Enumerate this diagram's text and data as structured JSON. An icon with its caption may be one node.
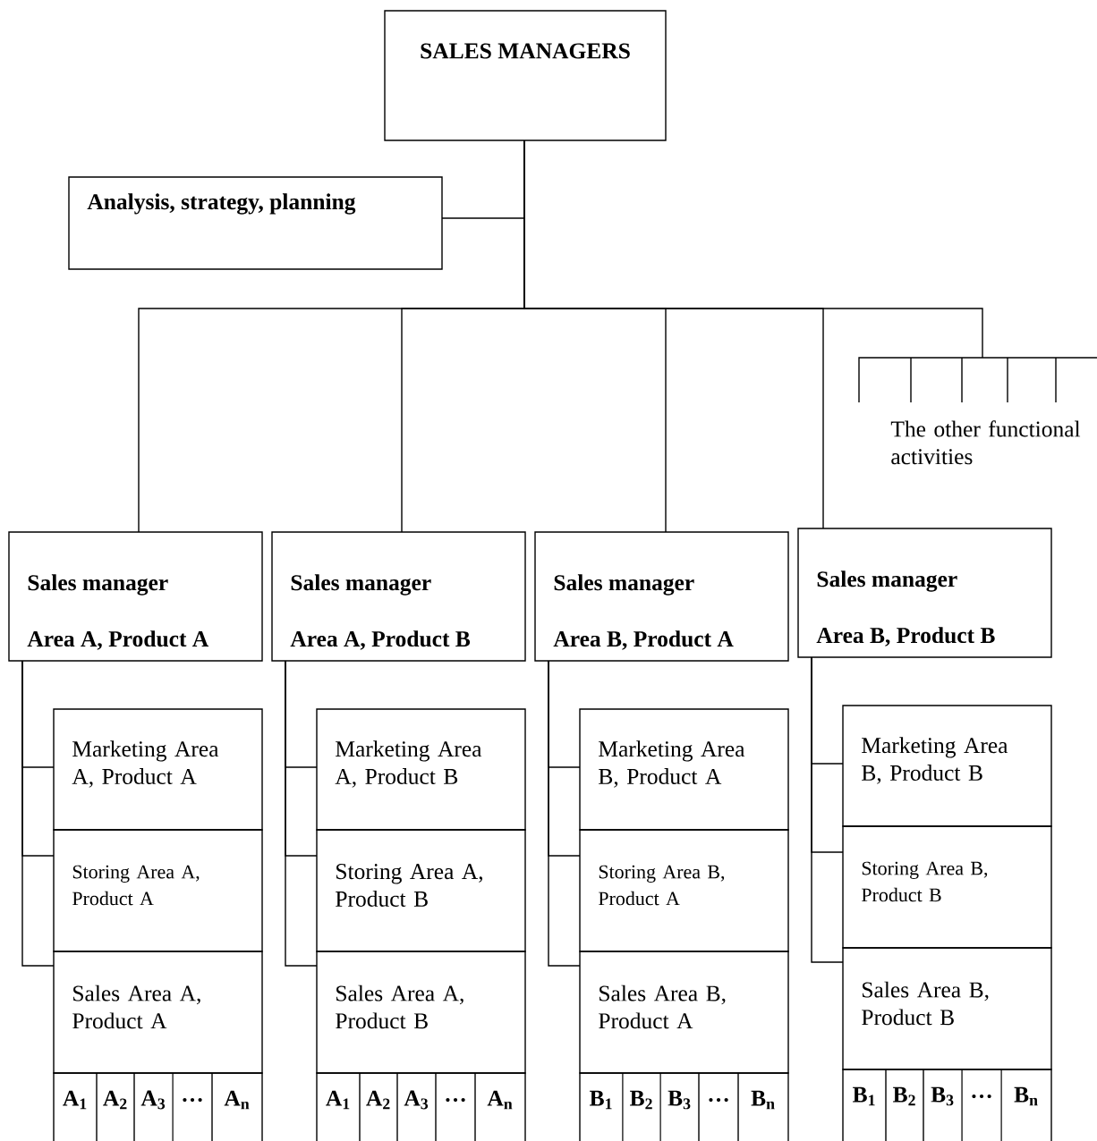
{
  "diagram": {
    "nodes": [
      {
        "text": [
          "SALES MANAGERS"
        ]
      },
      {
        "text": [
          "Analysis, strategy, planning"
        ]
      },
      {
        "text": [
          "The other functional activities"
        ]
      },
      {
        "text": [
          "Sales manager",
          "Area A, Product A"
        ]
      },
      {
        "text": [
          "Sales manager",
          "Area A, Product B"
        ]
      },
      {
        "text": [
          "Sales manager",
          "Area B, Product A"
        ]
      },
      {
        "text": [
          "Sales manager",
          "Area B, Product B"
        ]
      },
      {
        "text": [
          "Marketing Area A, Product A"
        ]
      },
      {
        "text": [
          "Storing Area A, Product A"
        ]
      },
      {
        "text": [
          "Sales Area A, Product A"
        ]
      },
      {
        "text": [
          "A$_{1}$",
          "A$_{2}$",
          "A$_{3}$",
          "…",
          "A$_{n}$"
        ]
      },
      {
        "text": [
          "Marketing Area A, Product B"
        ]
      },
      {
        "text": [
          "Storing Area A, Product B"
        ]
      },
      {
        "text": [
          "Sales Area A, Product B"
        ]
      },
      {
        "text": [
          "A$_{1}$",
          "A$_{2}$",
          "A$_{3}$",
          "…",
          "A$_{n}$"
        ]
      },
      {
        "text": [
          "Marketing Area B, Product A"
        ]
      },
      {
        "text": [
          "Storing Area B, Product A"
        ]
      },
      {
        "text": [
          "Sales Area B, Product A"
        ]
      },
      {
        "text": [
          "B$_{1}$",
          "B$_{2}$",
          "B$_{3}$",
          "…",
          "B$_{n}$"
        ]
      },
      {
        "text": [
          "Marketing Area B, Product B"
        ]
      },
      {
        "text": [
          "Storing Area B, Product B"
        ]
      },
      {
        "text": [
          "Sales Area B, Product B"
        ]
      },
      {
        "text": [
          "B$_{1}$",
          "B$_{2}$",
          "B$_{3}$",
          "…",
          "B$_{n}$"
        ]
      }
    ],
    "edges": [
      {
        "from": 0,
        "to": 1,
        "arrow": "none"
      },
      {
        "from": 0,
        "to": 3,
        "arrow": "none"
      },
      {
        "from": 0,
        "to": 4,
        "arrow": "none"
      },
      {
        "from": 0,
        "to": 5,
        "arrow": "none"
      },
      {
        "from": 0,
        "to": 6,
        "arrow": "none"
      },
      {
        "from": 0,
        "to": 2,
        "arrow": "none"
      },
      {
        "from": 3,
        "to": 7,
        "arrow": "none"
      },
      {
        "from": 3,
        "to": 8,
        "arrow": "none"
      },
      {
        "from": 3,
        "to": 9,
        "arrow": "none"
      },
      {
        "from": 4,
        "to": 11,
        "arrow": "none"
      },
      {
        "from": 4,
        "to": 12,
        "arrow": "none"
      },
      {
        "from": 4,
        "to": 13,
        "arrow": "none"
      },
      {
        "from": 5,
        "to": 15,
        "arrow": "none"
      },
      {
        "from": 5,
        "to": 16,
        "arrow": "none"
      },
      {
        "from": 5,
        "to": 17,
        "arrow": "none"
      },
      {
        "from": 6,
        "to": 19,
        "arrow": "none"
      },
      {
        "from": 6,
        "to": 20,
        "arrow": "none"
      },
      {
        "from": 6,
        "to": 21,
        "arrow": "none"
      }
    ]
  }
}
